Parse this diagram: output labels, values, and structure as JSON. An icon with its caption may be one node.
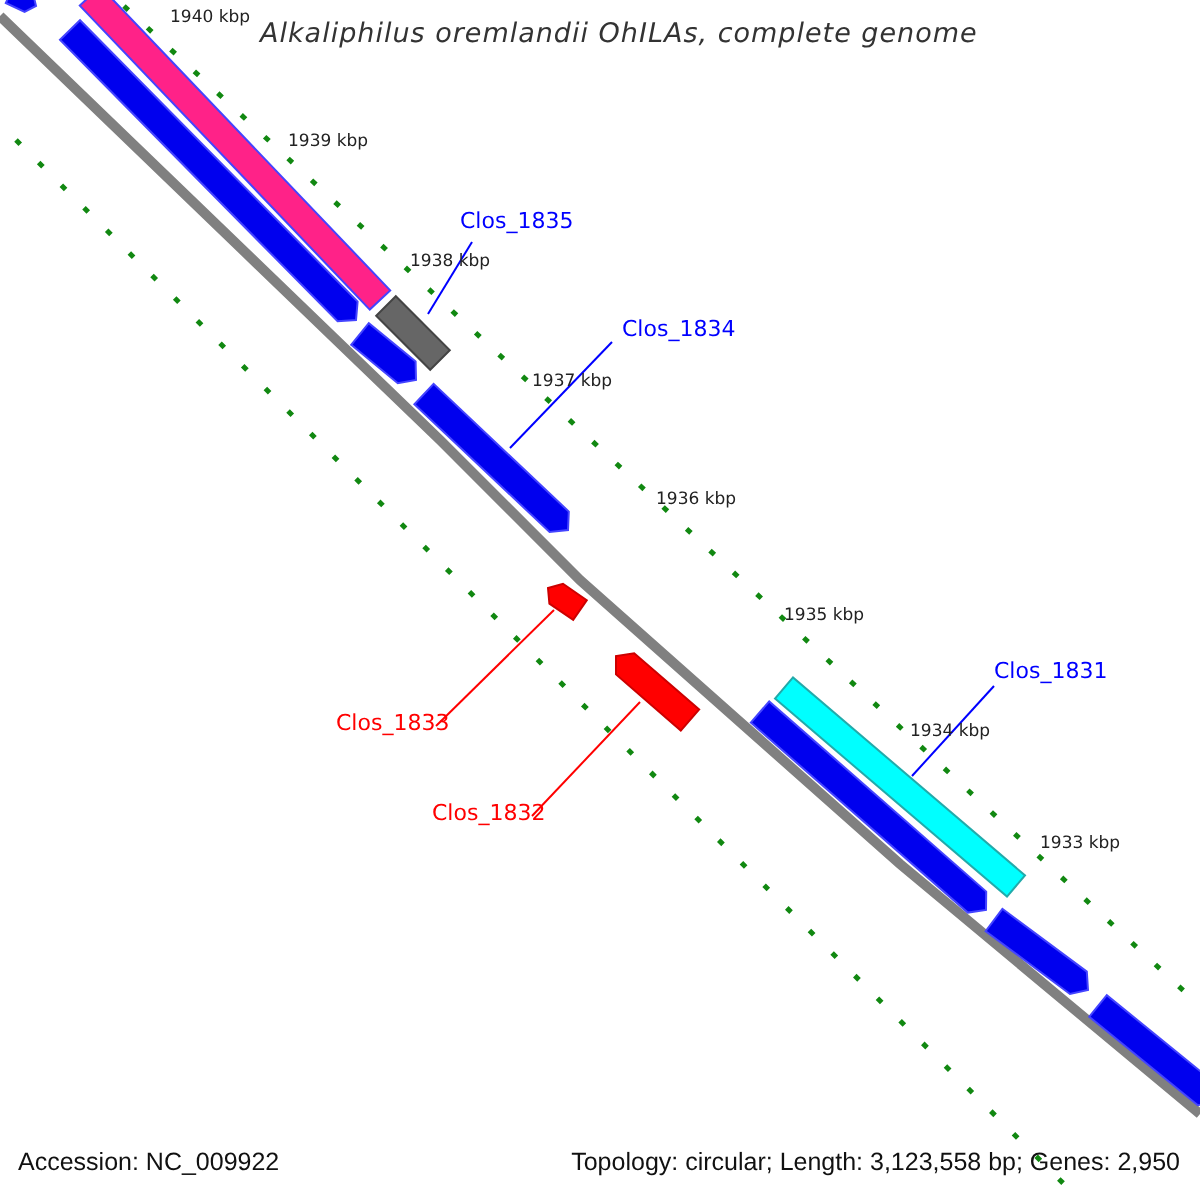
{
  "diagram": {
    "title": "Alkaliphilus oremlandii OhILAs, complete genome",
    "nodes": [
      {
        "text": [
          "Clos_1835"
        ]
      },
      {
        "text": [],
        "shape": "bar"
      },
      {
        "text": [
          "Clos_1834"
        ]
      },
      {
        "text": [],
        "shape": "bar"
      },
      {
        "text": [
          "Clos_1831"
        ]
      },
      {
        "text": [],
        "shape": "bar"
      },
      {
        "text": [
          "Clos_1833"
        ]
      },
      {
        "text": [],
        "shape": "bar"
      },
      {
        "text": [
          "Clos_1832"
        ]
      },
      {
        "text": [],
        "shape": "bar"
      }
    ],
    "edges": [
      {
        "from": 0,
        "to": 1,
        "arrow": "none"
      },
      {
        "from": 2,
        "to": 3,
        "arrow": "none"
      },
      {
        "from": 4,
        "to": 5,
        "arrow": "none"
      },
      {
        "from": 6,
        "to": 7,
        "arrow": "none",
        "color": "#ff0000"
      },
      {
        "from": 8,
        "to": 9,
        "arrow": "none",
        "color": "#ff0000"
      }
    ],
    "labels": [
      "1940 kbp",
      "1939 kbp",
      "1938 kbp",
      "1937 kbp",
      "1936 kbp",
      "1935 kbp",
      "1934 kbp",
      "1933 kbp",
      "Accession: NC_009922",
      "Topology: circular; Length: 3,123,558 bp; Genes: 2,950"
    ]
  }
}
